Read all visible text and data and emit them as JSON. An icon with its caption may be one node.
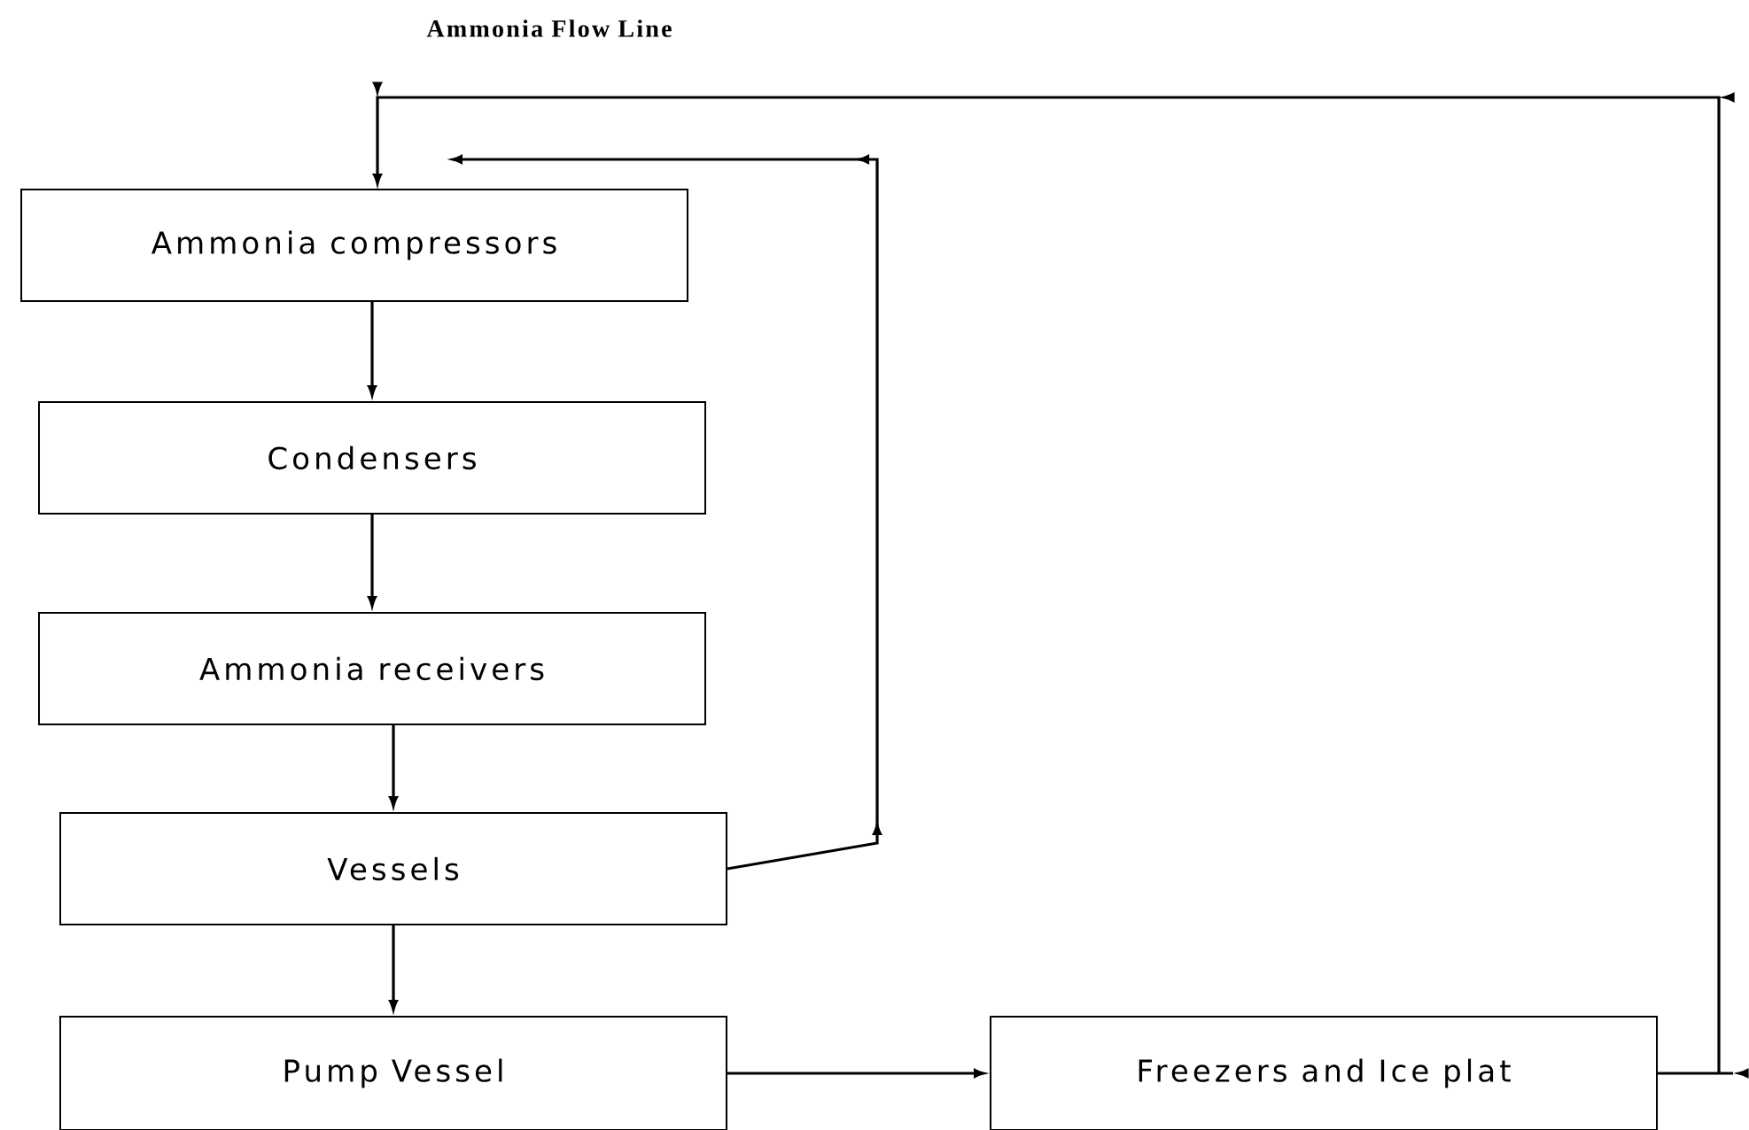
{
  "diagram": {
    "title": "Ammonia Flow Line",
    "nodes": [
      {
        "text": [
          "Ammonia compressors"
        ]
      },
      {
        "text": [
          "Condensers"
        ]
      },
      {
        "text": [
          "Ammonia receivers"
        ]
      },
      {
        "text": [
          "Vessels"
        ]
      },
      {
        "text": [
          "Pump Vessel"
        ]
      },
      {
        "text": [
          "Freezers and Ice plat"
        ]
      }
    ],
    "edges": [
      {
        "from": 0,
        "to": 1,
        "arrow": "to"
      },
      {
        "from": 1,
        "to": 2,
        "arrow": "to"
      },
      {
        "from": 2,
        "to": 3,
        "arrow": "to"
      },
      {
        "from": 3,
        "to": 4,
        "arrow": "to"
      },
      {
        "from": 3,
        "to": 0,
        "arrow": "to"
      },
      {
        "from": 4,
        "to": 5,
        "arrow": "to"
      },
      {
        "from": 5,
        "to": 0,
        "arrow": "to"
      }
    ]
  }
}
